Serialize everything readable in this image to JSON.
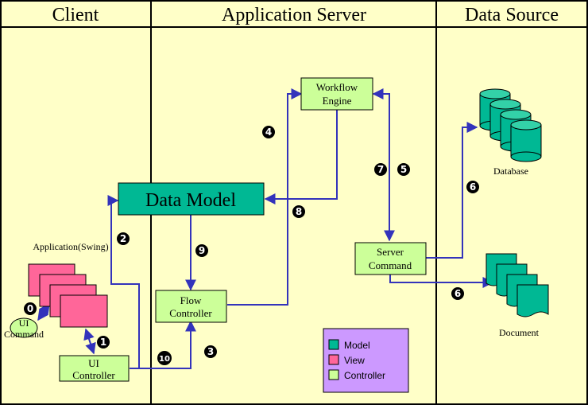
{
  "lanes": {
    "client": "Client",
    "app_server": "Application Server",
    "data_source": "Data Source"
  },
  "nodes": {
    "workflow_engine": [
      "Workflow",
      "Engine"
    ],
    "data_model": "Data Model",
    "flow_controller": [
      "Flow",
      "Controller"
    ],
    "server_command": [
      "Server",
      "Command"
    ],
    "ui_controller": [
      "UI",
      "Controller"
    ],
    "ui_command": [
      "UI",
      "Command"
    ],
    "application_swing": "Application(Swing)",
    "database": "Database",
    "document": "Document"
  },
  "steps": {
    "s0": "0",
    "s1": "1",
    "s2": "2",
    "s3": "3",
    "s4": "4",
    "s5": "5",
    "s6a": "6",
    "s6b": "6",
    "s7": "7",
    "s8": "8",
    "s9": "9",
    "s10": "10"
  },
  "legend": {
    "items": [
      {
        "label": "Model",
        "color": "#00b894"
      },
      {
        "label": "View",
        "color": "#ff6699"
      },
      {
        "label": "Controller",
        "color": "#ccff99"
      }
    ]
  },
  "colors": {
    "background": "#ffffc8",
    "model": "#00b894",
    "view": "#ff6699",
    "controller": "#ccff99",
    "database": "#00b894",
    "document": "#00b894",
    "arrow": "#3333bb",
    "legend_bg": "#cc99ff",
    "divider": "#000000"
  }
}
